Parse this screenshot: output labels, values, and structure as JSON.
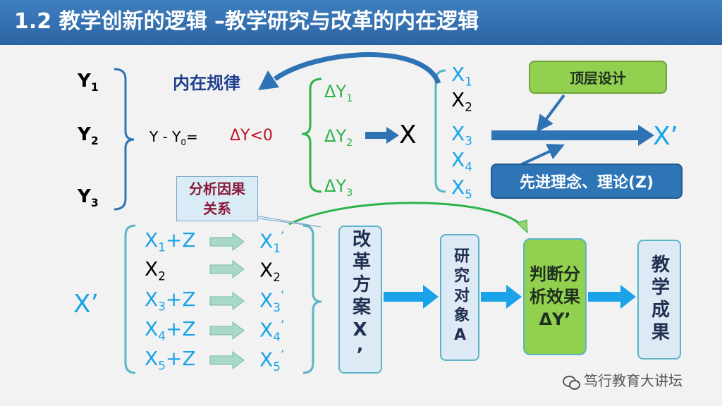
{
  "title": "1.2 教学创新的逻辑 –教学研究与改革的内在逻辑",
  "y_items": [
    {
      "base": "Y",
      "sub": "1"
    },
    {
      "base": "Y",
      "sub": "2"
    },
    {
      "base": "Y",
      "sub": "3"
    }
  ],
  "inner_law": "内在规律",
  "formula": {
    "left": "Y - Y",
    "sub": "0",
    "right": "="
  },
  "delta_less": "ΔY<0",
  "delta_items": [
    {
      "base": "ΔY",
      "sub": "1"
    },
    {
      "base": "ΔY",
      "sub": "2"
    },
    {
      "base": "ΔY",
      "sub": "3"
    }
  ],
  "x_label": "X",
  "x_items": [
    {
      "base": "X",
      "sub": "1",
      "color": "#1aa3e8"
    },
    {
      "base": "X",
      "sub": "2",
      "color": "#000000"
    },
    {
      "base": "X",
      "sub": "3",
      "color": "#1aa3e8"
    },
    {
      "base": "X",
      "sub": "4",
      "color": "#1aa3e8"
    },
    {
      "base": "X",
      "sub": "5",
      "color": "#1aa3e8"
    }
  ],
  "top_design": "顶层设计",
  "x_prime": "X’",
  "advanced_theory": "先进理念、理论(Z)",
  "causal_analysis": "分析因果关系",
  "x_prime_left": "X’",
  "transforms": [
    {
      "lhs": "X",
      "lsub": "1",
      "lplus": "+Z",
      "rhs": "X",
      "rsub": "1",
      "rsup": "’",
      "color": "#1aa3e8"
    },
    {
      "lhs": "X",
      "lsub": "2",
      "lplus": "",
      "rhs": "X",
      "rsub": "2",
      "rsup": "",
      "color": "#000000"
    },
    {
      "lhs": "X",
      "lsub": "3",
      "lplus": "+Z",
      "rhs": "X",
      "rsub": "3",
      "rsup": "’",
      "color": "#1aa3e8"
    },
    {
      "lhs": "X",
      "lsub": "4",
      "lplus": "+Z",
      "rhs": "X",
      "rsub": "4",
      "rsup": "’",
      "color": "#1aa3e8"
    },
    {
      "lhs": "X",
      "lsub": "5",
      "lplus": "+Z",
      "rhs": "X",
      "rsub": "5",
      "rsup": "’",
      "color": "#1aa3e8"
    }
  ],
  "flow_boxes": [
    {
      "text": "改革方案X’"
    },
    {
      "text": "研究对象A"
    },
    {
      "text": "判断分析效果ΔY’"
    },
    {
      "text": "教学成果"
    }
  ],
  "watermark": "笃行教育大讲坛",
  "colors": {
    "blue": "#1aa3e8",
    "green": "#2bb34a",
    "header": "#3570b0",
    "navy": "#1f3f8f",
    "dark_red": "#8b1a3a",
    "green_box": "#92d050"
  }
}
